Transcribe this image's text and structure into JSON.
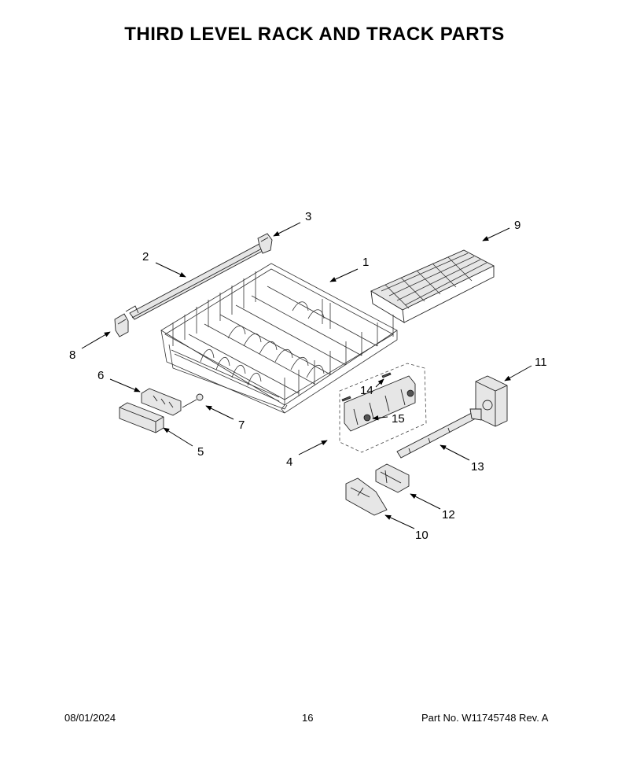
{
  "page": {
    "title": "THIRD LEVEL RACK AND TRACK PARTS",
    "date": "08/01/2024",
    "page_number": "16",
    "part_number": "Part No.  W11745748  Rev.  A"
  },
  "callouts": [
    {
      "id": "callout-1",
      "label": "1"
    },
    {
      "id": "callout-2",
      "label": "2"
    },
    {
      "id": "callout-3",
      "label": "3"
    },
    {
      "id": "callout-4",
      "label": "4"
    },
    {
      "id": "callout-5",
      "label": "5"
    },
    {
      "id": "callout-6",
      "label": "6"
    },
    {
      "id": "callout-7",
      "label": "7"
    },
    {
      "id": "callout-8",
      "label": "8"
    },
    {
      "id": "callout-9",
      "label": "9"
    },
    {
      "id": "callout-10",
      "label": "10"
    },
    {
      "id": "callout-11",
      "label": "11"
    },
    {
      "id": "callout-12",
      "label": "12"
    },
    {
      "id": "callout-13",
      "label": "13"
    },
    {
      "id": "callout-14",
      "label": "14"
    },
    {
      "id": "callout-15",
      "label": "15"
    }
  ]
}
